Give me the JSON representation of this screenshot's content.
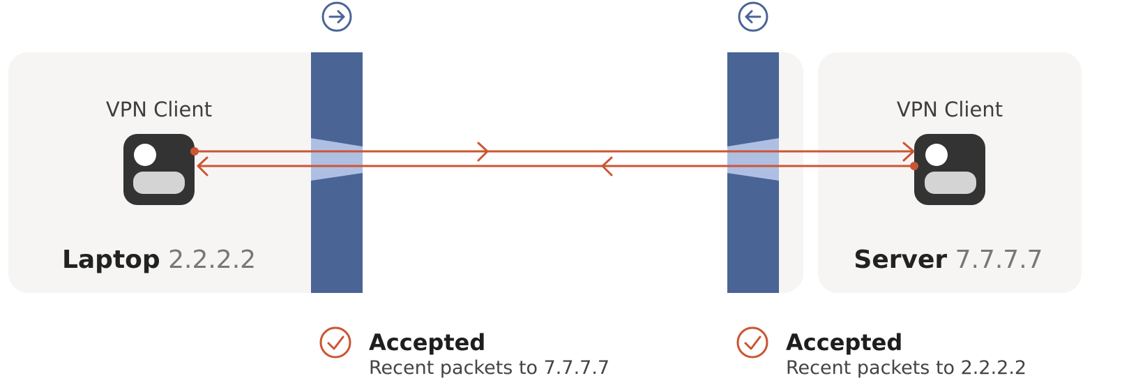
{
  "left_host": {
    "client_label": "VPN Client",
    "name": "Laptop",
    "ip": "2.2.2.2"
  },
  "right_host": {
    "client_label": "VPN Client",
    "name": "Server",
    "ip": "7.7.7.7"
  },
  "firewalls": [
    {
      "direction_icon": "arrow-right-circle-icon"
    },
    {
      "direction_icon": "arrow-left-circle-icon"
    }
  ],
  "statuses": [
    {
      "title": "Accepted",
      "detail": "Recent packets to 7.7.7.7",
      "icon": "check-circle-icon"
    },
    {
      "title": "Accepted",
      "detail": "Recent packets to 2.2.2.2",
      "icon": "check-circle-icon"
    }
  ],
  "colors": {
    "panel": "#f6f5f4",
    "firewall": "#4a6496",
    "firewall_gap": "#aebfe3",
    "packet_line": "#cc5533",
    "device": "#333333",
    "direction_icon": "#4a6496"
  }
}
